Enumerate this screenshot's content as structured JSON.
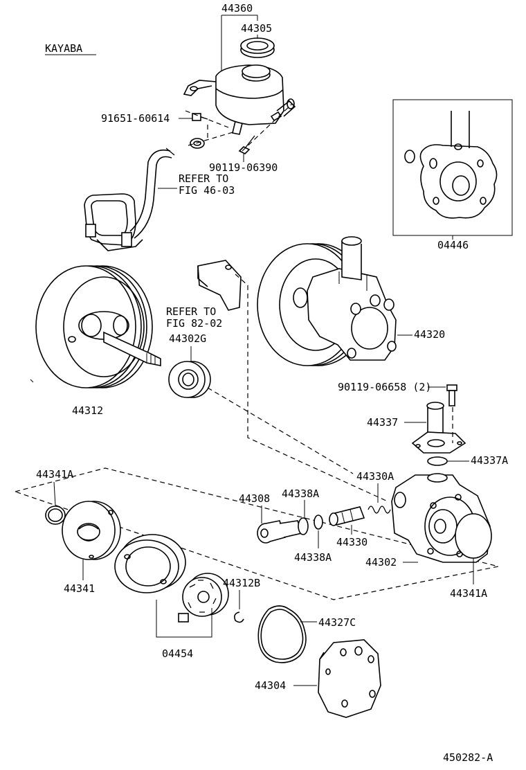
{
  "brand": "KAYABA",
  "figure_code": "450282-A",
  "labels": {
    "p44360": "44360",
    "p44305": "44305",
    "p91651": "91651-60614",
    "p90119a": "90119-06390",
    "refer1_line1": "REFER TO",
    "refer1_line2": "FIG 46-03",
    "p04446": "04446",
    "refer2_line1": "REFER TO",
    "refer2_line2": "FIG 82-02",
    "p44302g": "44302G",
    "p44320": "44320",
    "p44312": "44312",
    "p90119b": "90119-06658 (2)",
    "p44337": "44337",
    "p44337a": "44337A",
    "p44341a_top": "44341A",
    "p44330a": "44330A",
    "p44308": "44308",
    "p44338a_top": "44338A",
    "p44330": "44330",
    "p44338a_bot": "44338A",
    "p44302": "44302",
    "p44341": "44341",
    "p44341a_bot": "44341A",
    "p44312b": "44312B",
    "p44327c": "44327C",
    "p04454": "04454",
    "p44304": "44304"
  }
}
